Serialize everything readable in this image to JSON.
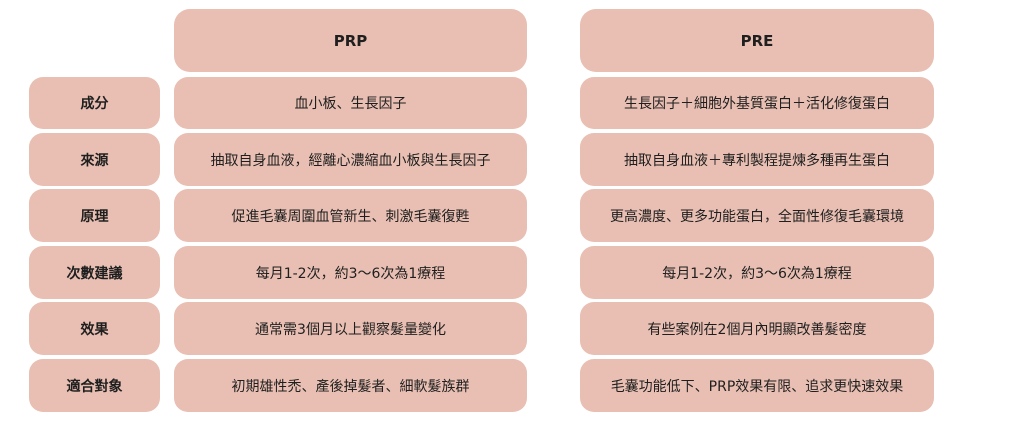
{
  "header": {
    "col_prp": "PRP",
    "col_pre": "PRE"
  },
  "rows": [
    {
      "label": "成分",
      "prp": "血小板、生長因子",
      "pre": "生長因子＋細胞外基質蛋白＋活化修復蛋白"
    },
    {
      "label": "來源",
      "prp": "抽取自身血液，經離心濃縮血小板與生長因子",
      "pre": "抽取自身血液＋專利製程提煉多種再生蛋白"
    },
    {
      "label": "原理",
      "prp": "促進毛囊周圍血管新生、刺激毛囊復甦",
      "pre": "更高濃度、更多功能蛋白，全面性修復毛囊環境"
    },
    {
      "label": "次數建議",
      "prp": "每月1-2次，約3～6次為1療程",
      "pre": "每月1-2次，約3～6次為1療程"
    },
    {
      "label": "效果",
      "prp": "通常需3個月以上觀察髮量變化",
      "pre": "有些案例在2個月內明顯改善髮密度"
    },
    {
      "label": "適合對象",
      "prp": "初期雄性禿、產後掉髮者、細軟髮族群",
      "pre": "毛囊功能低下、PRP效果有限、追求更快速效果"
    }
  ],
  "colors": {
    "cell_background": "#e8bfb2",
    "text": "#1f1f1f",
    "page_background": "#ffffff"
  }
}
